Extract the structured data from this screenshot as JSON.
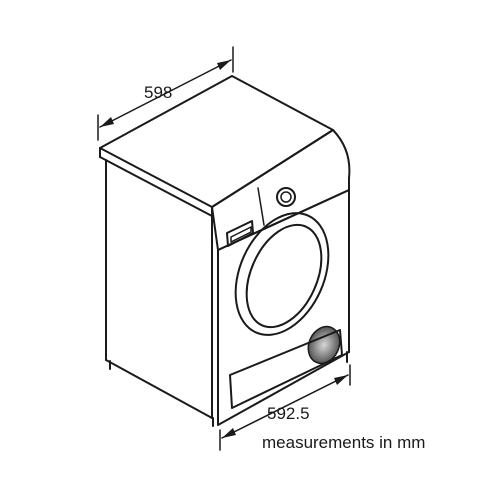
{
  "dimensions": {
    "width": {
      "value": "598"
    },
    "depth": {
      "value": "592.5"
    }
  },
  "note": "measurements in mm",
  "colors": {
    "stroke": "#1a1a1a",
    "vent_dark": "#555555",
    "vent_light": "#d8d8d8"
  }
}
